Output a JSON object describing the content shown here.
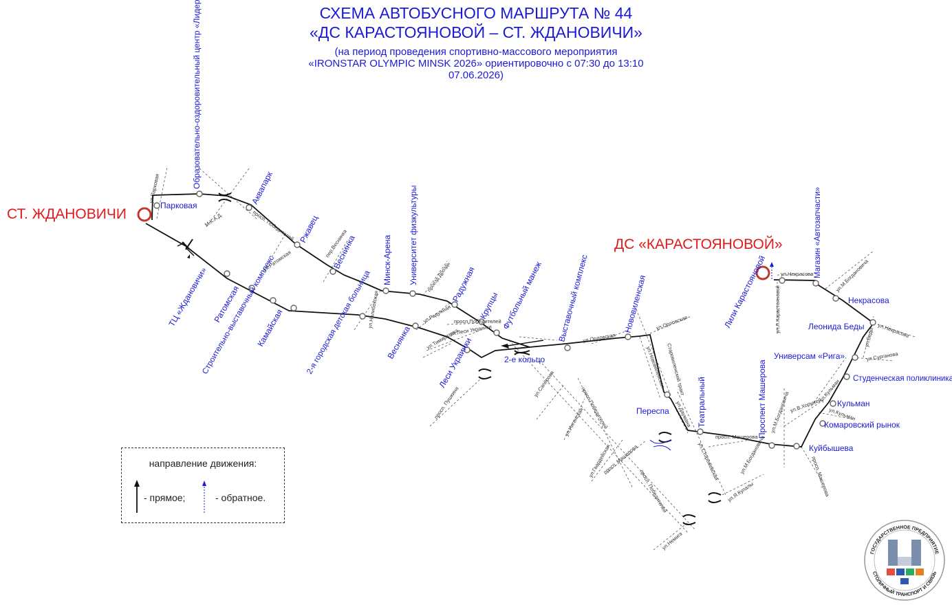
{
  "title": {
    "line1": "СХЕМА АВТОБУСНОГО МАРШРУТА № 44",
    "line2": "«ДС КАРАСТОЯНОВОЙ – СТ. ЖДАНОВИЧИ»",
    "note1": "(на период проведения спортивно-массового мероприятия",
    "note2": "«IRONSTAR OLYMPIC MINSK 2026» ориентировочно с 07:30 до 13:10",
    "note3": "07.06.2026)"
  },
  "terminals": {
    "west": "СТ. ЖДАНОВИЧИ",
    "east": "ДС «КАРАСТОЯНОВОЙ»"
  },
  "colors": {
    "route": "#111111",
    "stop_label": "#1a1ad6",
    "terminal_label": "#e01a1a",
    "terminal_circle": "#c0392b",
    "street": "#444444",
    "street_label": "#333333"
  },
  "stops": [
    {
      "name": "Парковая"
    },
    {
      "name": "Образовательно-оздоровительный центр «Лидер»"
    },
    {
      "name": "Аквапарк"
    },
    {
      "name": "Ржавец"
    },
    {
      "name": "Веснинка"
    },
    {
      "name": "Минск-Арена"
    },
    {
      "name": "Университет физкультуры"
    },
    {
      "name": "Радужная"
    },
    {
      "name": "Крупцы"
    },
    {
      "name": "Футбольный манеж"
    },
    {
      "name": "Выставочный комплекс"
    },
    {
      "name": "Нововиленская"
    },
    {
      "name": "Переспа"
    },
    {
      "name": "Театральный"
    },
    {
      "name": "Проспект Машерова"
    },
    {
      "name": "Куйбышева"
    },
    {
      "name": "Комаровский рынок"
    },
    {
      "name": "Кульман"
    },
    {
      "name": "Студенческая поликлиника"
    },
    {
      "name": "Универсам «Рига»"
    },
    {
      "name": "Леонида Беды"
    },
    {
      "name": "Некрасова"
    },
    {
      "name": "Магазин «Автозапчасти»"
    },
    {
      "name": "Лили Карастояновой"
    },
    {
      "name": "ТЦ «Ждановичи»"
    },
    {
      "name": "Ратомская"
    },
    {
      "name": "Строительно-выставочный комплекс"
    },
    {
      "name": "Камайская"
    },
    {
      "name": "2-я городская детская больница"
    },
    {
      "name": "Веснянка"
    },
    {
      "name": "Леси Украинки"
    },
    {
      "name": "2-е кольцо"
    }
  ],
  "streets": [
    {
      "name": "ул.Парковая"
    },
    {
      "name": "М.К.А.Д."
    },
    {
      "name": "просп. Победителей"
    },
    {
      "name": "ул.Ратомская"
    },
    {
      "name": "пер.Веснинка"
    },
    {
      "name": "ул.Налибокская"
    },
    {
      "name": "проезд Дроздь"
    },
    {
      "name": "ул.Радужная"
    },
    {
      "name": "просп.Победителей"
    },
    {
      "name": "ул.Леси Украинки"
    },
    {
      "name": "ул.Тимирязева"
    },
    {
      "name": "просп. Пушкина"
    },
    {
      "name": "ул.Сапёрова"
    },
    {
      "name": "ул.Ингинская"
    },
    {
      "name": "просп.Победителей"
    },
    {
      "name": "ул.Гвардейская"
    },
    {
      "name": "просп. Машерова"
    },
    {
      "name": "просп. Победителей"
    },
    {
      "name": "ул.Немига"
    },
    {
      "name": "ул.Орловская"
    },
    {
      "name": "ул.Орловская"
    },
    {
      "name": "ул.Нововиленская"
    },
    {
      "name": "Старовиленский тракт"
    },
    {
      "name": "ул.Сторожевская"
    },
    {
      "name": "ул.Даумана"
    },
    {
      "name": "просп. Машерова"
    },
    {
      "name": "ул.М.Богдановича"
    },
    {
      "name": "ул.Я.Купалы"
    },
    {
      "name": "ул.М.Богдановича"
    },
    {
      "name": "ул.В.Хоружей"
    },
    {
      "name": "просп. Машерова"
    },
    {
      "name": "ул.Кульман"
    },
    {
      "name": "ул.Кульман"
    },
    {
      "name": "ул.Сурганова"
    },
    {
      "name": "ул.Беды"
    },
    {
      "name": "ул.Некрасова"
    },
    {
      "name": "ул.М.Богдановича"
    },
    {
      "name": "ул.Некрасова"
    },
    {
      "name": "ул.Л.Карастояновой"
    }
  ],
  "legend": {
    "title": "направление движения:",
    "forward": "- прямое;",
    "backward": "- обратное."
  },
  "logo": {
    "top_text": "ГОСУДАРСТВЕННОЕ ПРЕДПРИЯТИЕ",
    "bottom_text": "СТОЛИЧНЫЙ ТРАНСПОРТ И СВЯЗЬ"
  }
}
